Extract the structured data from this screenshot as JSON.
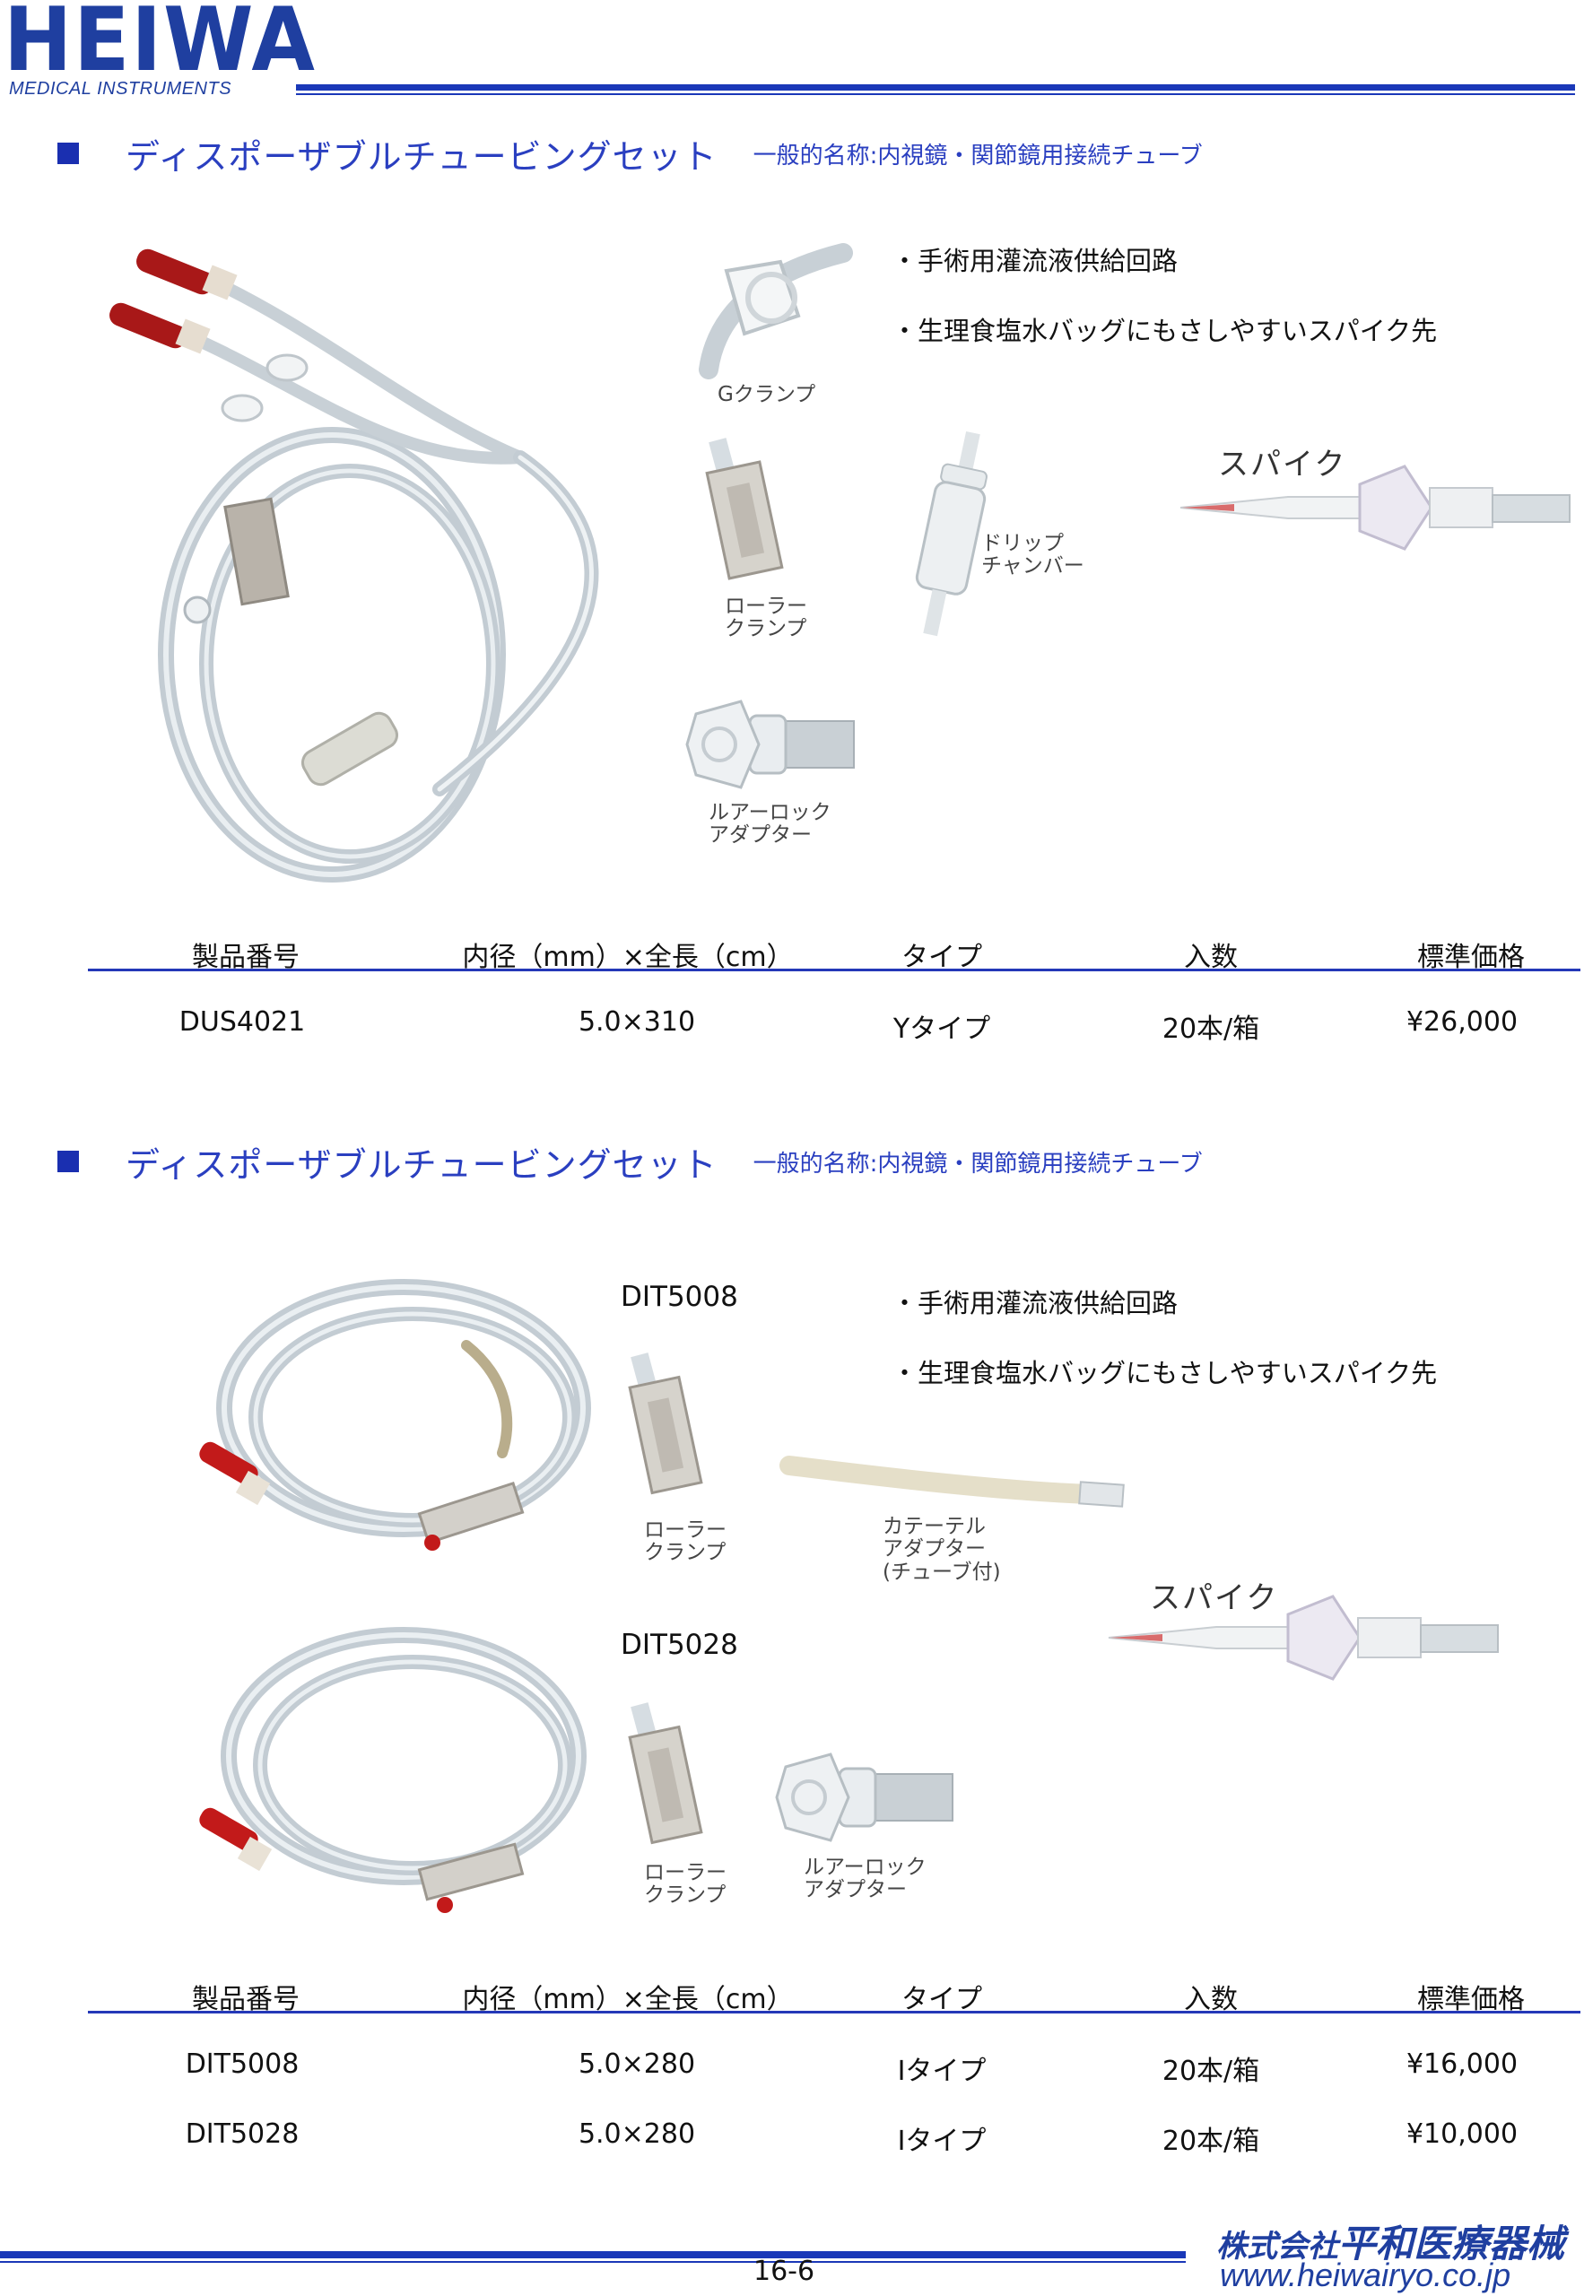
{
  "header": {
    "logo_text": "HEIWA",
    "logo_sub": "MEDICAL INSTRUMENTS"
  },
  "section1": {
    "title": "ディスポーザブルチュービングセット",
    "subtitle": "一般的名称:内視鏡・関節鏡用接続チューブ",
    "bullets": [
      "・手術用灌流液供給回路",
      "・生理食塩水バッグにもさしやすいスパイク先"
    ],
    "labels": {
      "g_clamp": "Gクランプ",
      "spike": "スパイク",
      "drip": "ドリップ\nチャンバー",
      "roller": "ローラー\nクランプ",
      "luer": "ルアーロック\nアダプター"
    },
    "table": {
      "headers": [
        "製品番号",
        "内径（mm）×全長（cm）",
        "タイプ",
        "入数",
        "標準価格"
      ],
      "rows": [
        [
          "DUS4021",
          "5.0×310",
          "Yタイプ",
          "20本/箱",
          "¥26,000"
        ]
      ]
    }
  },
  "section2": {
    "title": "ディスポーザブルチュービングセット",
    "subtitle": "一般的名称:内視鏡・関節鏡用接続チューブ",
    "bullets": [
      "・手術用灌流液供給回路",
      "・生理食塩水バッグにもさしやすいスパイク先"
    ],
    "labels": {
      "code_a": "DIT5008",
      "code_b": "DIT5028",
      "roller_a": "ローラー\nクランプ",
      "catheter": "カテーテル\nアダプター\n(チューブ付)",
      "spike": "スパイク",
      "roller_b": "ローラー\nクランプ",
      "luer": "ルアーロック\nアダプター"
    },
    "table": {
      "headers": [
        "製品番号",
        "内径（mm）×全長（cm）",
        "タイプ",
        "入数",
        "標準価格"
      ],
      "rows": [
        [
          "DIT5008",
          "5.0×280",
          "Iタイプ",
          "20本/箱",
          "¥16,000"
        ],
        [
          "DIT5028",
          "5.0×280",
          "Iタイプ",
          "20本/箱",
          "¥10,000"
        ]
      ]
    }
  },
  "footer": {
    "page_number": "16-6",
    "company_prefix": "株式会社",
    "company_name": "平和医療器械",
    "url": "www.heiwairyo.co.jp"
  },
  "colors": {
    "brand_blue": "#1a38b8",
    "heading_blue": "#2a3fc0",
    "tube_gray": "#b8c4cc",
    "spike_red": "#b01818"
  }
}
